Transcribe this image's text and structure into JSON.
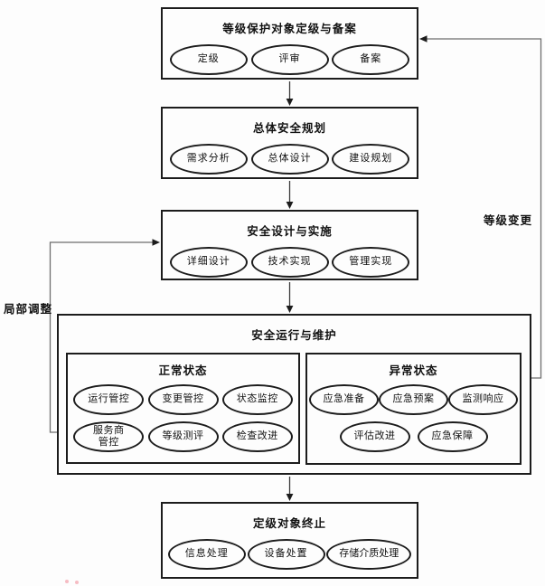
{
  "diagram": {
    "stages": [
      {
        "title": "等级保护对象定级与备案",
        "items": [
          "定级",
          "评审",
          "备案"
        ]
      },
      {
        "title": "总体安全规划",
        "items": [
          "需求分析",
          "总体设计",
          "建设规划"
        ]
      },
      {
        "title": "安全设计与实施",
        "items": [
          "详细设计",
          "技术实现",
          "管理实现"
        ]
      },
      {
        "title": "安全运行与维护",
        "groups": [
          {
            "title": "正常状态",
            "items": [
              "运行管控",
              "变更管控",
              "状态监控",
              "服务商\n管控",
              "等级测评",
              "检查改进"
            ]
          },
          {
            "title": "异常状态",
            "items": [
              "应急准备",
              "应急预案",
              "监测响应",
              "评估改进",
              "应急保障"
            ]
          }
        ]
      },
      {
        "title": "定级对象终止",
        "items": [
          "信息处理",
          "设备处置",
          "存储介质处理"
        ]
      }
    ],
    "feedback_labels": {
      "right": "等级变更",
      "left": "局部调整"
    },
    "colors": {
      "box_line": "#1c1c1c",
      "flow_arrow": "#3a3a3a",
      "feedback_line": "#6e6e6e",
      "watermark_dot": "#f29aa4",
      "background": "#fdfdfd"
    }
  }
}
